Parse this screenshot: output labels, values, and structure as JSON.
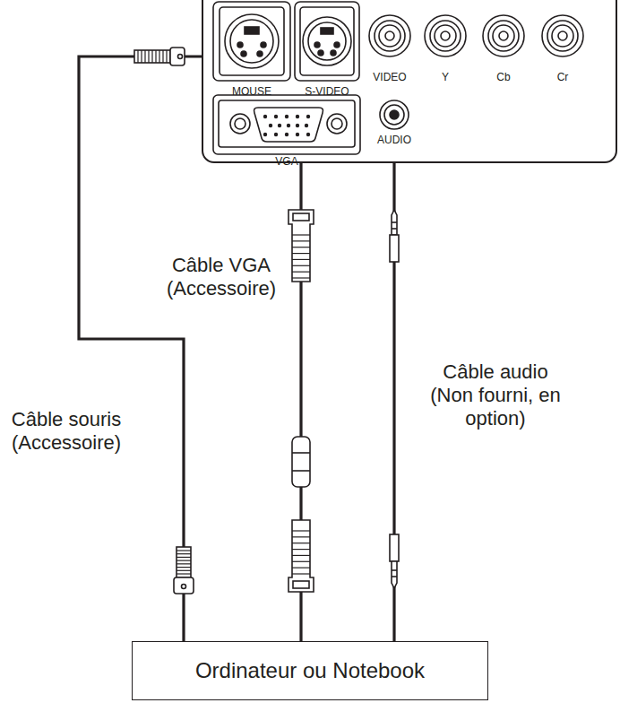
{
  "diagram": {
    "nodes": [
      {
        "text": [
          "MOUSE",
          "S-VIDEO",
          "VIDEO",
          "Y",
          "Cb",
          "Cr",
          "VGA",
          "AUDIO"
        ]
      },
      {
        "text": [
          "Ordinateur ou Notebook"
        ]
      }
    ],
    "edges": [
      {
        "from": 0,
        "to": 1,
        "arrow": "none",
        "label": "Câble VGA (Accessoire)"
      },
      {
        "from": 0,
        "to": 1,
        "arrow": "none",
        "label": "Câble audio (Non fourni, en option)"
      },
      {
        "from": 0,
        "to": 1,
        "arrow": "none",
        "label": "Câble souris (Accessoire)"
      }
    ]
  }
}
